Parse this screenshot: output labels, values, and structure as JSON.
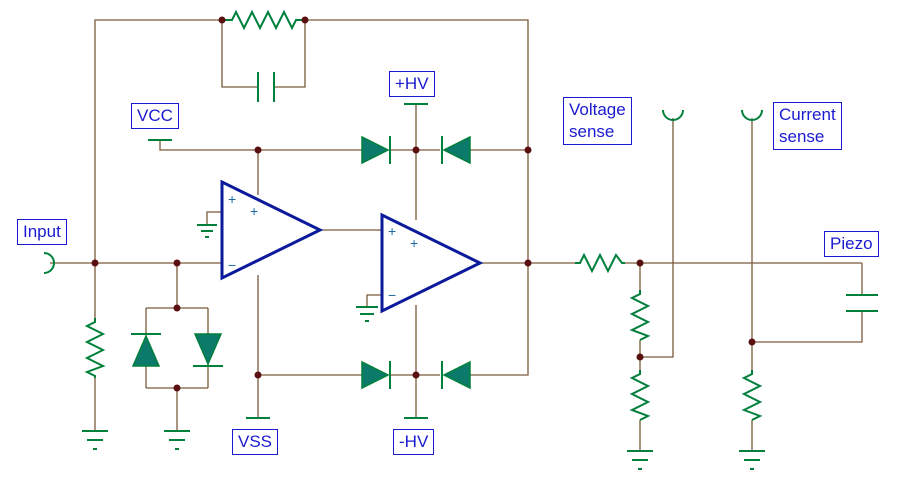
{
  "labels": {
    "input": "Input",
    "vcc": "VCC",
    "vss": "VSS",
    "plus_hv": "+HV",
    "minus_hv": "-HV",
    "voltage_sense": "Voltage\nsense",
    "current_sense": "Current\nsense",
    "piezo": "Piezo"
  },
  "op_amps": [
    {
      "noninv": "+",
      "plus2": "+",
      "inv": "−"
    },
    {
      "noninv": "+",
      "plus2": "+",
      "inv": "−"
    }
  ],
  "colors": {
    "wire": "#7a5a3a",
    "component": "#00803a",
    "amplifier": "#0a1a9a",
    "diode_fill": "#0c7a6a",
    "label": "#1a1ad0",
    "junction": "#5a1010"
  }
}
